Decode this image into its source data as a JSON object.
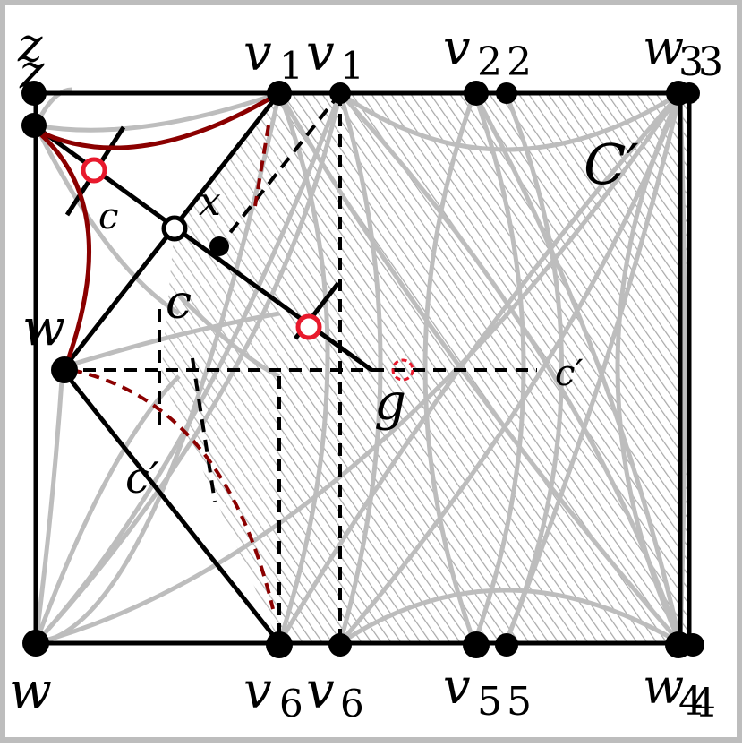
{
  "labels": {
    "z_a": "z",
    "z_b": "z",
    "w_mid": "w",
    "w_bottom": "w",
    "x": "x",
    "c_inner": "c",
    "c_prime_left": "c′",
    "c_prime_lower": "c′",
    "c_upper_left": "c",
    "g": "g",
    "C_prime": "C′",
    "top": {
      "v1_a": "v",
      "v1_a_sub": "1",
      "v1_b": "v",
      "v1_b_sub": "1",
      "v2_a": "v",
      "v2_a_sub": "2",
      "v2_b": "2",
      "w3_a": "w",
      "w3_a_sub": "3",
      "w3_b": "3"
    },
    "bottom": {
      "v6_a": "v",
      "v6_a_sub": "6",
      "v6_b": "v",
      "v6_b_sub": "6",
      "v5_a": "v",
      "v5_a_sub": "5",
      "v5_b": "5",
      "w4_a": "w",
      "w4_a_sub": "4",
      "w4_b": "4"
    }
  },
  "colors": {
    "frame": "#bdbdbd",
    "ink": "#000000",
    "gray_curve": "#bdbdbd",
    "hatch": "#9a9a9a",
    "dark_red": "#8b0000",
    "red_marker": "#e8192c"
  }
}
